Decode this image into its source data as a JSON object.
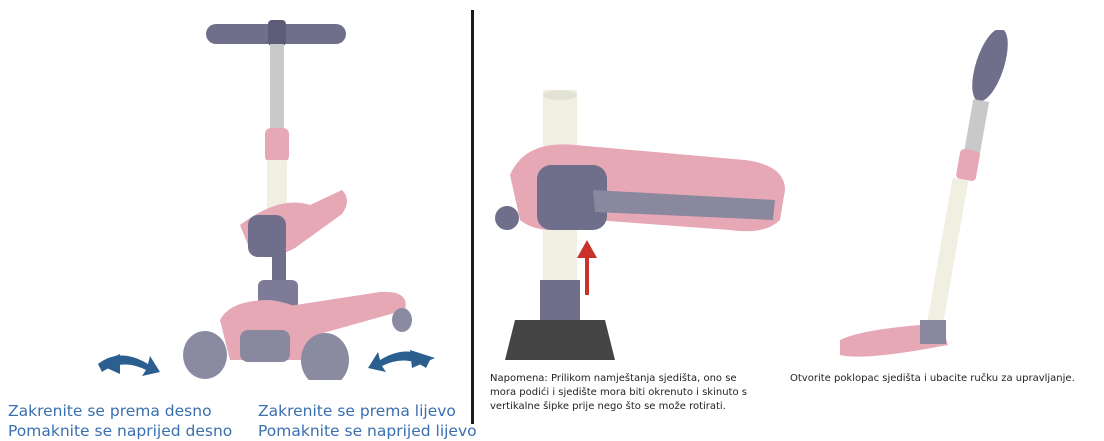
{
  "left_panel": {
    "caption_rotate_right": "Zakrenite se prema desno",
    "caption_rotate_left": "Zakrenite se prema lijevo",
    "caption_move_right": "Pomaknite se naprijed desno",
    "caption_move_left": "Pomaknite se naprijed lijevo"
  },
  "middle_panel": {
    "note_line1": "Napomena: Prilikom namještanja sjedišta, ono se",
    "note_line2": "mora podići i sjedište mora biti okrenuto i skinuto s",
    "note_line3": "vertikalne šipke prije nego što se može rotirati."
  },
  "right_panel": {
    "caption": "Otvorite poklopac sjedišta i ubacite ručku za upravljanje."
  },
  "colors": {
    "pink": "#e7a8b6",
    "grey_purple": "#6f6f8c",
    "caption_blue": "#3a6fb0",
    "arrow_blue": "#2a5f8f",
    "arrow_red": "#c8322b",
    "pole_cream": "#f0efe2"
  }
}
